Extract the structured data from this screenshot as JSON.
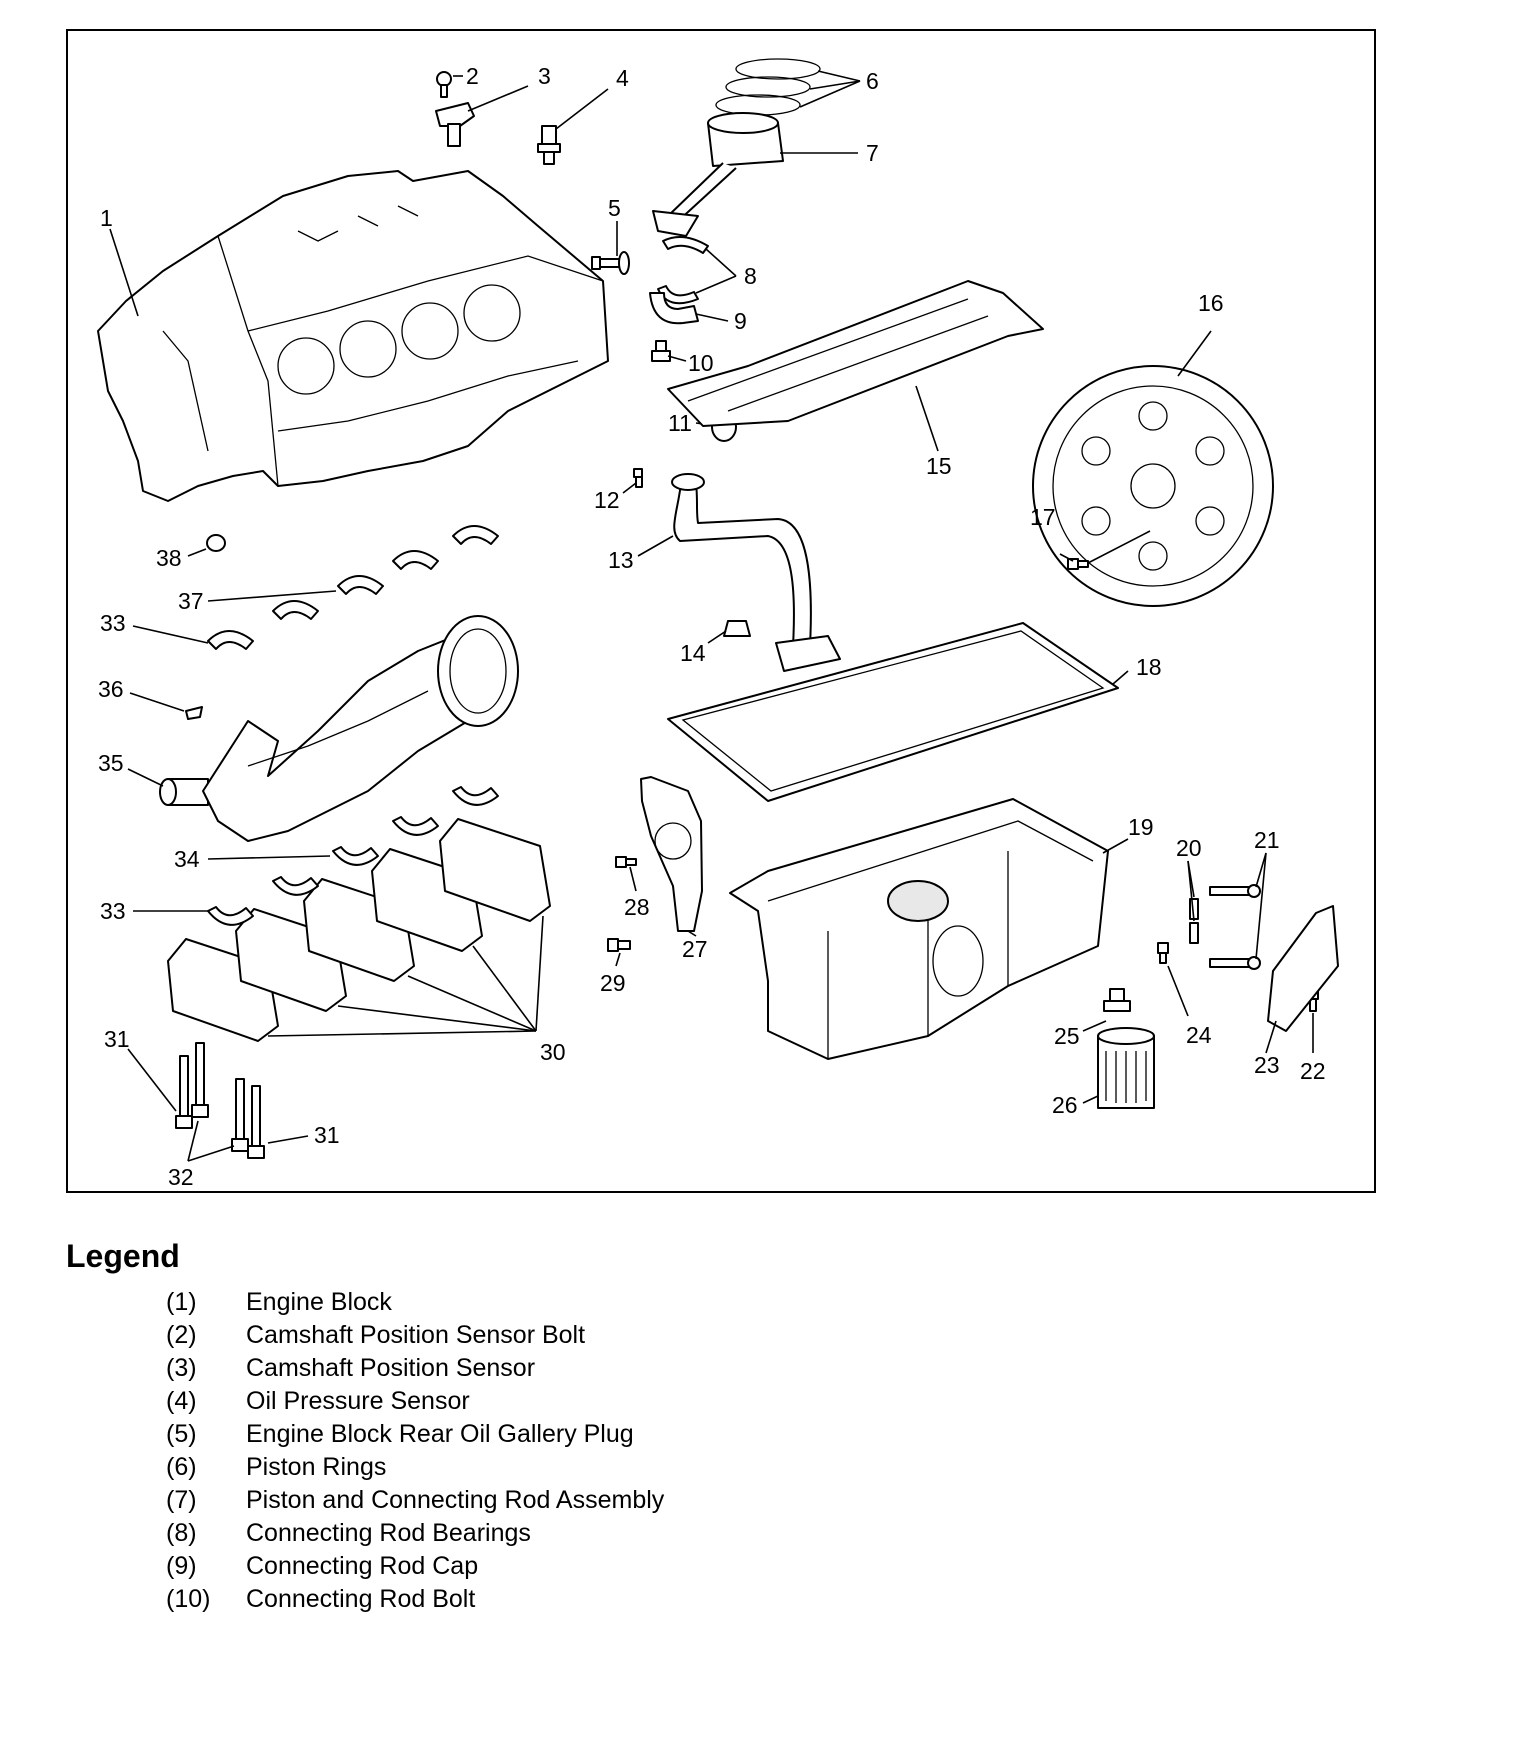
{
  "callouts": {
    "c1": "1",
    "c2": "2",
    "c3": "3",
    "c4": "4",
    "c5": "5",
    "c6": "6",
    "c7": "7",
    "c8": "8",
    "c9": "9",
    "c10": "10",
    "c11": "11",
    "c12": "12",
    "c13": "13",
    "c14": "14",
    "c15": "15",
    "c16": "16",
    "c17": "17",
    "c18": "18",
    "c19": "19",
    "c20": "20",
    "c21": "21",
    "c22": "22",
    "c23": "23",
    "c24": "24",
    "c25": "25",
    "c26": "26",
    "c27": "27",
    "c28": "28",
    "c29": "29",
    "c30": "30",
    "c31a": "31",
    "c31b": "31",
    "c32": "32",
    "c33a": "33",
    "c33b": "33",
    "c34": "34",
    "c35": "35",
    "c36": "36",
    "c37": "37",
    "c38": "38"
  },
  "legend": {
    "title": "Legend",
    "items": [
      {
        "num": "(1)",
        "label": "Engine Block"
      },
      {
        "num": "(2)",
        "label": "Camshaft Position Sensor Bolt"
      },
      {
        "num": "(3)",
        "label": "Camshaft Position Sensor"
      },
      {
        "num": "(4)",
        "label": "Oil Pressure Sensor"
      },
      {
        "num": "(5)",
        "label": "Engine Block Rear Oil Gallery Plug"
      },
      {
        "num": "(6)",
        "label": "Piston Rings"
      },
      {
        "num": "(7)",
        "label": "Piston and Connecting Rod Assembly"
      },
      {
        "num": "(8)",
        "label": "Connecting Rod Bearings"
      },
      {
        "num": "(9)",
        "label": "Connecting Rod Cap"
      },
      {
        "num": "(10)",
        "label": "Connecting Rod Bolt"
      }
    ]
  }
}
